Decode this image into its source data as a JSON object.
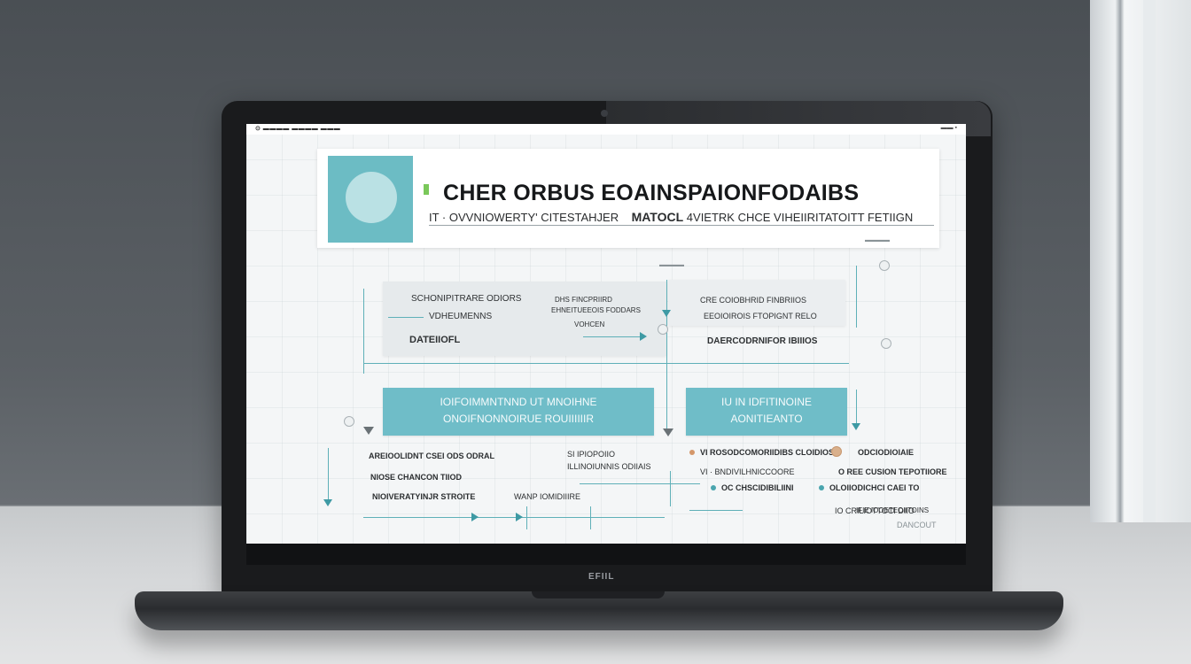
{
  "screen": {
    "menu_label": "⊙ ▬▬▬▬ ▬▬▬▬ ▬▬▬",
    "sys_label": "▬▬ ▪"
  },
  "header": {
    "title": "CHER ORBUS EOAINSPAIONFODAIBS",
    "subtitle_left": "IT · OVVNIOWERTY' CITESTAHJER",
    "subtitle_bold": "MATOCL",
    "subtitle_right": "4VIETRK  CHCE VIHEIIRITATOITT FETIIGN"
  },
  "panels": {
    "left_line1": "SCHONIPITRARE ODIORS",
    "left_line2": "VDHEUMENNS",
    "left_label": "DATEIIOFL",
    "mid_line1": "DHS FINCPRIIRD",
    "mid_line2": "EHNEITUEEOIS FODDARS",
    "mid_line3": "VOHCEN",
    "right_line1": "CRE COIOBHRID FINBRIIOS",
    "right_line2": "EEOIOIROIS FTOPIGNT RELO",
    "right_label": "DAERCODRNIFOR IBIIIOS",
    "top_tag": "▬▬▬▬",
    "mid_tag": "▬▬▬▬"
  },
  "boxes": {
    "left_line1": "IOIFOIMMNTNND UT MNOIHNE",
    "left_line2": "ONOIFNONNOIRUE ROUIIIIIIR",
    "right_line1": "IU IN IDFITINOINE",
    "right_line2": "AONITIEANTO"
  },
  "list_left": {
    "item1": "AREIOOLIDNT CSEI ODS ODRAL",
    "item2": "NIOSE CHANCON TIIOD",
    "item3": "NIOIVERATYINJR STROITE",
    "item4": "WANP IOMIDIIIRE"
  },
  "list_mid": {
    "item1": "SI IPIOPOIIO",
    "item2": "ILLINOIUNNIS ODIIAIS"
  },
  "list_right": {
    "item1": "VI ROSODCOMORIIDIBS  CLOIDIOS",
    "item2": "VI · BNDIVILHNICCOORE",
    "item3": "OC CHSCIDIBILIINI",
    "item4": "OLOIIODICHCI CAEI TO",
    "item5": "IFIE IOOETEOIITOINS"
  },
  "list_far_right": {
    "item1": "ODCIODIOIAIE",
    "item2": "O REE CUSION TEPOTIIORE",
    "item3": "IO CRILIOTTOCI DIIO",
    "item4": "DANCOUT"
  },
  "brand_mark": "EFIIL",
  "colors": {
    "teal": "#6fbdc8",
    "teal_line": "#5fb0b8",
    "lid": "#1a1b1d",
    "wall": "#4a4f54"
  }
}
